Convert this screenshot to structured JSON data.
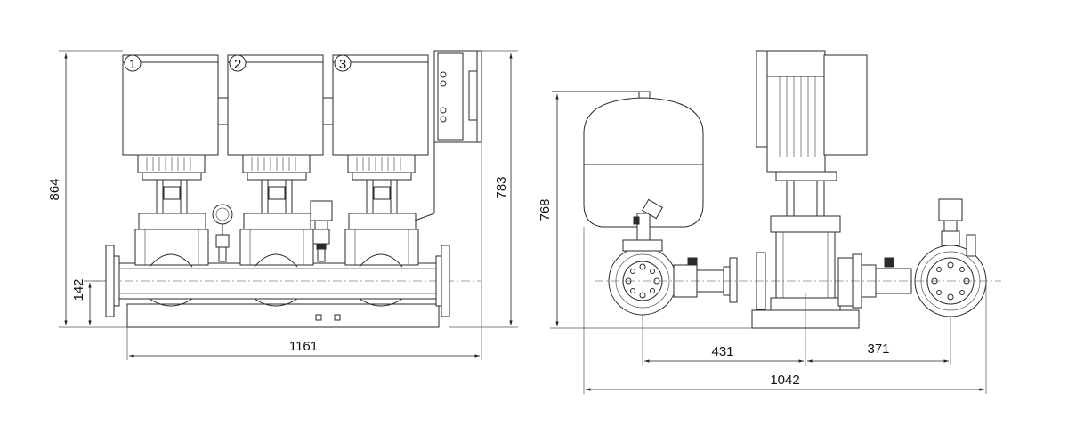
{
  "dimensions": {
    "front_height_total": "864",
    "front_height_cabinet": "783",
    "front_pipe_height": "142",
    "front_width": "1161",
    "side_tank_height": "768",
    "side_left_offset": "431",
    "side_right_offset": "371",
    "side_total_width": "1042"
  },
  "pump_labels": [
    "1",
    "2",
    "3"
  ],
  "colors": {
    "line": "#2a2a2a",
    "background": "#ffffff"
  }
}
